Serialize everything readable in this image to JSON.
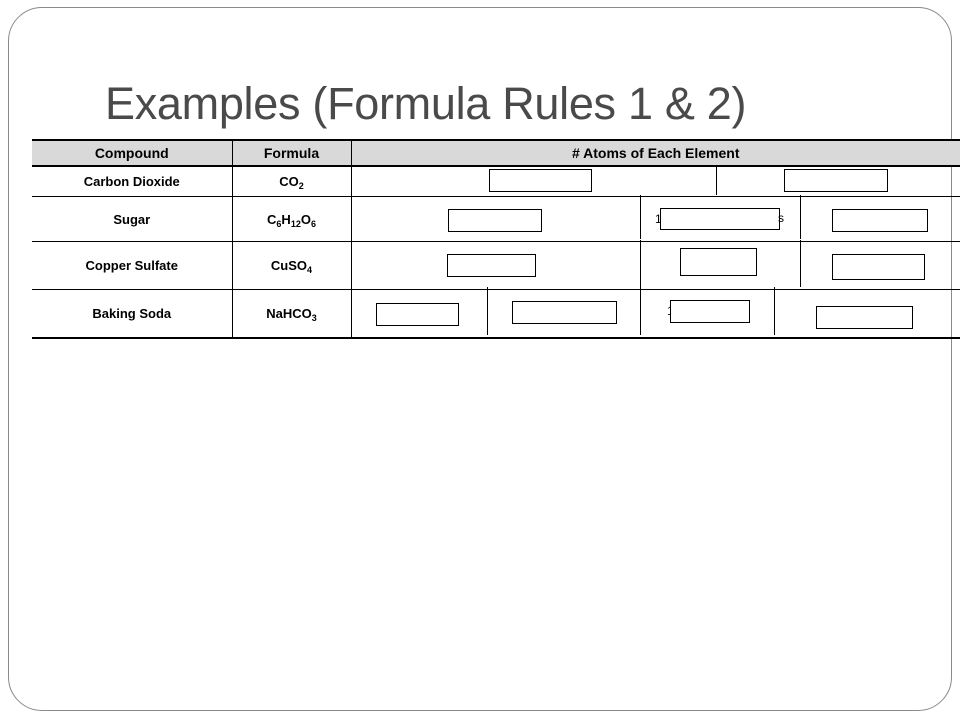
{
  "slide": {
    "title": "Examples (Formula Rules 1 & 2)"
  },
  "table": {
    "headers": {
      "compound": "Compound",
      "formula": "Formula",
      "atoms": "# Atoms of Each Element"
    },
    "rows": [
      {
        "compound": "Carbon Dioxide",
        "formula": [
          {
            "sym": "CO",
            "sub": "2"
          }
        ]
      },
      {
        "compound": "Sugar",
        "formula": [
          {
            "sym": "C",
            "sub": "6"
          },
          {
            "sym": "H",
            "sub": "12"
          },
          {
            "sym": "O",
            "sub": "6"
          }
        ]
      },
      {
        "compound": "Copper Sulfate",
        "formula": [
          {
            "sym": "CuSO",
            "sub": "4"
          }
        ]
      },
      {
        "compound": "Baking Soda",
        "formula": [
          {
            "sym": "NaHCO",
            "sub": "3"
          }
        ]
      }
    ]
  },
  "colors": {
    "header_bg": "#d9d9d9",
    "title_text": "#4a4a4a",
    "frame_border": "#8a8a8a"
  }
}
